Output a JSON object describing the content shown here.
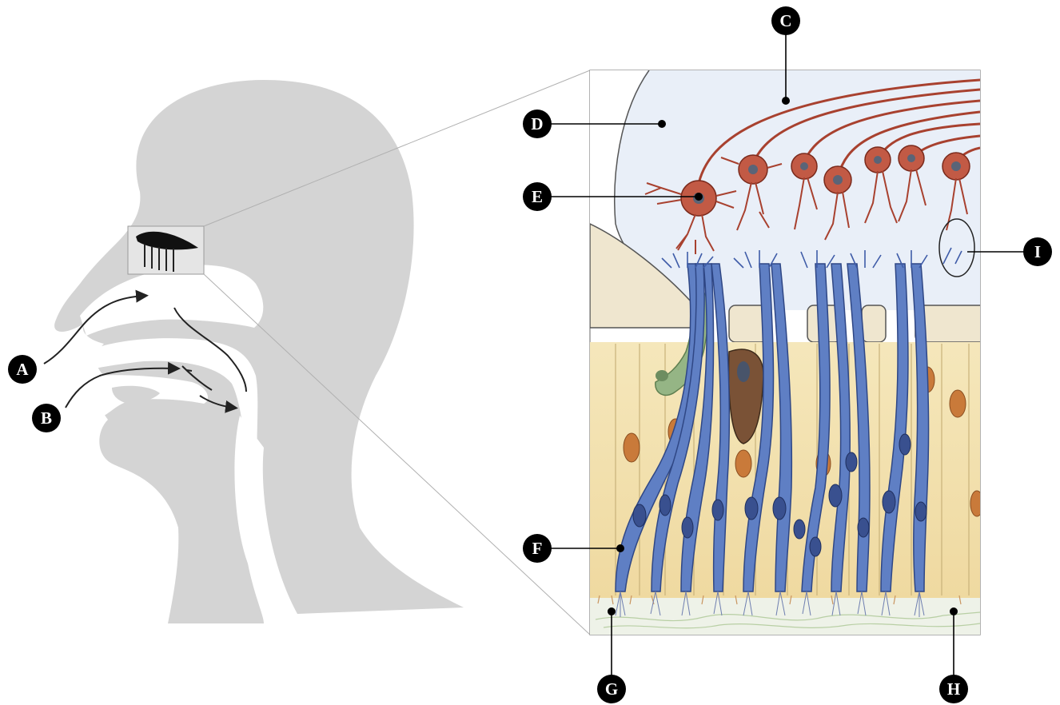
{
  "labels": {
    "A": "A",
    "B": "B",
    "C": "C",
    "D": "D",
    "E": "E",
    "F": "F",
    "G": "G",
    "H": "H",
    "I": "I"
  },
  "colors": {
    "head": "#d4d4d4",
    "airway": "#ffffff",
    "mucus": "#e7eef8",
    "support_cells": "#f3e4b4",
    "neuron_red": "#b5412e",
    "receptor_blue": "#4a69b5",
    "glia_green": "#8fb07e",
    "badge": "#000000"
  }
}
